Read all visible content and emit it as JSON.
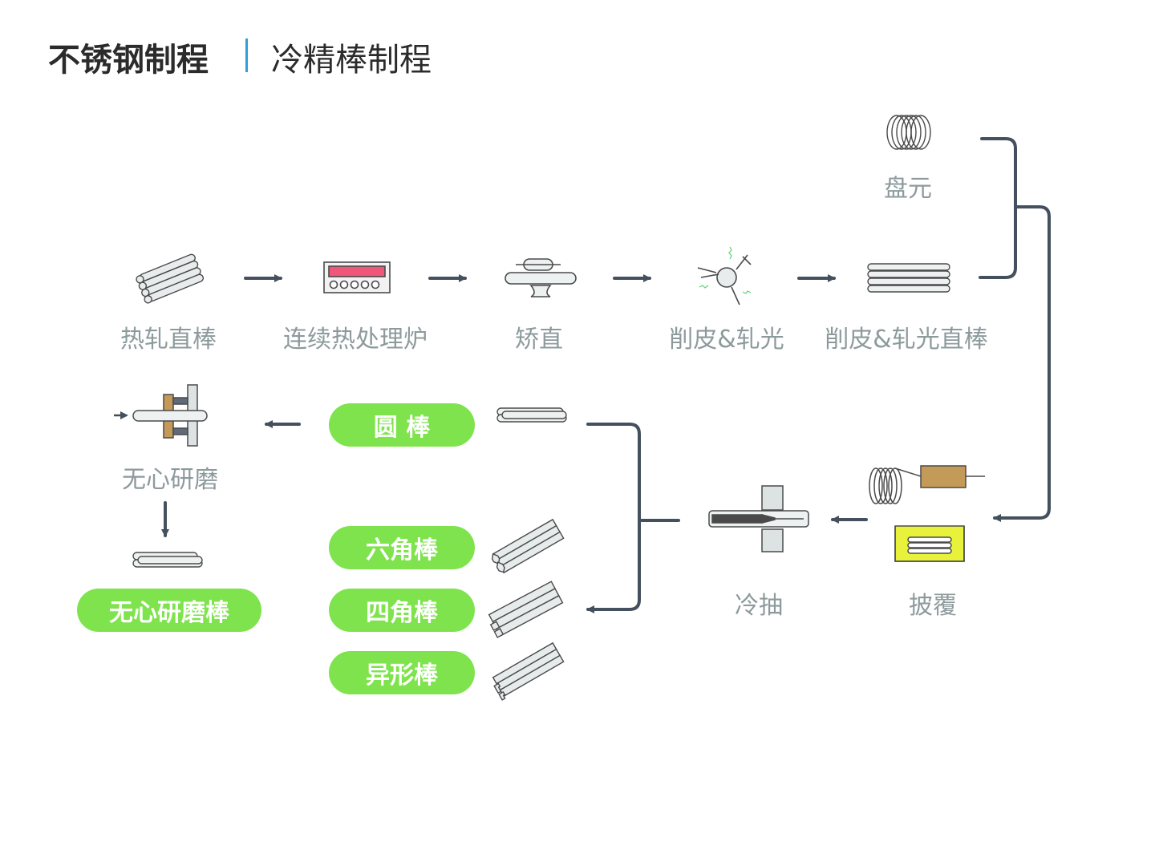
{
  "title": {
    "main": "不锈钢制程",
    "sub": "冷精棒制程"
  },
  "colors": {
    "pill": "#7ee34c",
    "label": "#8d9a9c",
    "arrow": "#44505e",
    "separator": "#2f9fd8",
    "furnace": "#f0567a",
    "coating": "#e9f23a",
    "tool": "#c39a58"
  },
  "steps": {
    "wire_rod": "盘元",
    "hot_rolled_bar": "热轧直棒",
    "furnace": "连续热处理炉",
    "straightening": "矫直",
    "peeling": "削皮&轧光",
    "peeled_bar": "削皮&轧光直棒",
    "coating": "披覆",
    "cold_drawing": "冷抽",
    "centerless_grinding": "无心研磨"
  },
  "products": {
    "round": "圆 棒",
    "hexagonal": "六角棒",
    "square": "四角棒",
    "special": "异形棒",
    "ground": "无心研磨棒"
  },
  "icons": [
    "coil-icon",
    "bundle-icon",
    "furnace-icon",
    "straightener-icon",
    "peeling-icon",
    "bars-icon",
    "coating-icon",
    "drawing-die-icon",
    "grinder-icon",
    "round-bar-icon",
    "hex-bar-icon",
    "square-bar-icon",
    "profile-bar-icon"
  ]
}
